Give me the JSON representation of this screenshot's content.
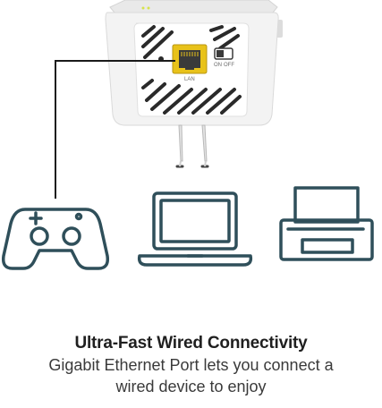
{
  "device": {
    "port_label": "LAN",
    "switch_on_label": "ON",
    "switch_off_label": "OFF"
  },
  "icons": [
    "gamepad-icon",
    "laptop-icon",
    "printer-icon"
  ],
  "colors": {
    "icon_stroke": "#2f4f5a",
    "port_yellow": "#e8c21a",
    "cable": "#1a1a1a"
  },
  "caption": {
    "title": "Ultra-Fast Wired Connectivity",
    "line1": "Gigabit Ethernet Port lets you connect a",
    "line2": "wired device to enjoy"
  }
}
